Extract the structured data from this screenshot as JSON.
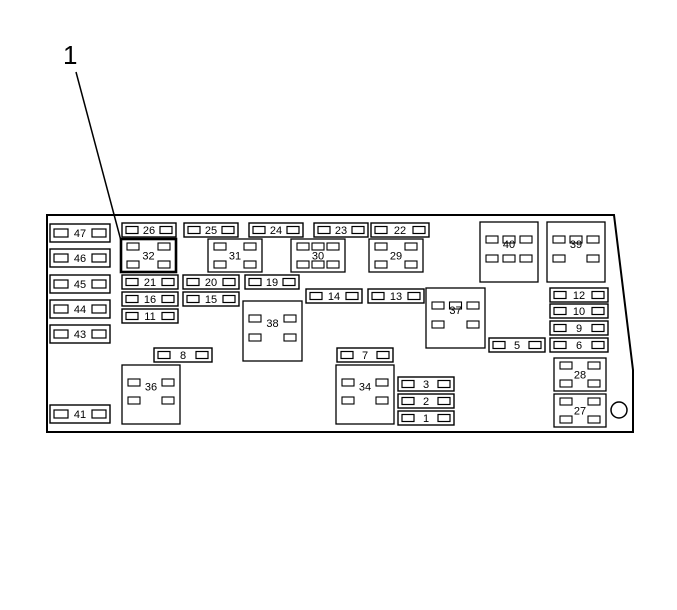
{
  "callout": {
    "label": "1"
  },
  "colors": {
    "ink": "#000000",
    "paper": "#ffffff"
  },
  "fuses": [
    "47",
    "46",
    "45",
    "44",
    "43",
    "41",
    "26",
    "25",
    "24",
    "23",
    "22",
    "21",
    "20",
    "19",
    "16",
    "15",
    "14",
    "13",
    "11",
    "8",
    "7",
    "3",
    "2",
    "1",
    "12",
    "10",
    "9",
    "6",
    "5"
  ],
  "relays": [
    "32",
    "31",
    "30",
    "29",
    "40",
    "39",
    "38",
    "37",
    "36",
    "34",
    "28",
    "27"
  ]
}
